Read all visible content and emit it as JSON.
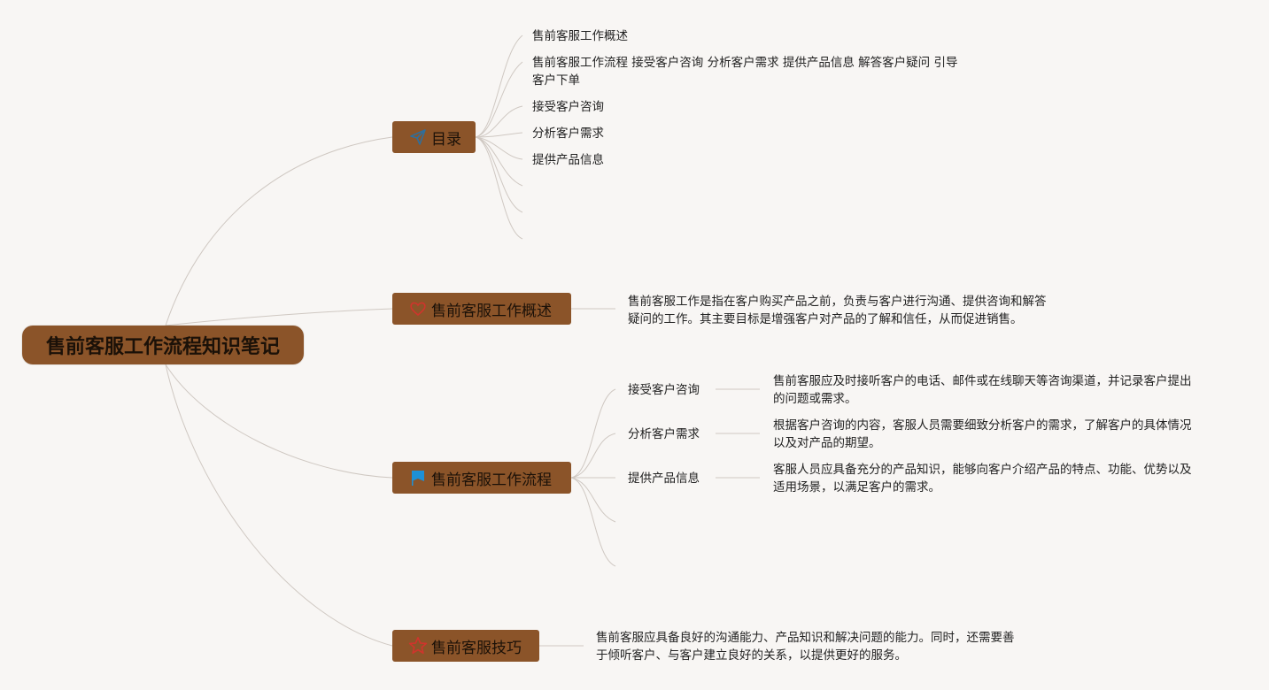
{
  "root": {
    "title": "售前客服工作流程知识笔记"
  },
  "branches": [
    {
      "label": "目录",
      "icon": "paper-plane-icon",
      "children": [
        "售前客服工作概述",
        "售前客服工作流程 接受客户咨询 分析客户需求 提供产品信息 解答客户疑问 引导",
        "客户下单",
        "接受客户咨询",
        "分析客户需求",
        "提供产品信息"
      ]
    },
    {
      "label": "售前客服工作概述",
      "icon": "heart-icon",
      "detail": [
        "售前客服工作是指在客户购买产品之前，负责与客户进行沟通、提供咨询和解答",
        "疑问的工作。其主要目标是增强客户对产品的了解和信任，从而促进销售。"
      ]
    },
    {
      "label": "售前客服工作流程",
      "icon": "flag-icon",
      "steps": [
        {
          "label": "接受客户咨询",
          "detail": [
            "售前客服应及时接听客户的电话、邮件或在线聊天等咨询渠道，并记录客户提出",
            "的问题或需求。"
          ]
        },
        {
          "label": "分析客户需求",
          "detail": [
            "根据客户咨询的内容，客服人员需要细致分析客户的需求，了解客户的具体情况",
            "以及对产品的期望。"
          ]
        },
        {
          "label": "提供产品信息",
          "detail": [
            "客服人员应具备充分的产品知识，能够向客户介绍产品的特点、功能、优势以及",
            "适用场景，以满足客户的需求。"
          ]
        }
      ]
    },
    {
      "label": "售前客服技巧",
      "icon": "star-icon",
      "detail": [
        "售前客服应具备良好的沟通能力、产品知识和解决问题的能力。同时，还需要善",
        "于倾听客户、与客户建立良好的关系，以提供更好的服务。"
      ]
    }
  ],
  "colors": {
    "background": "#f8f6f4",
    "node_fill": "#8b5429",
    "line": "#cfc8c2",
    "icon_plane": "#2f6f9c",
    "icon_heart": "#d0342c",
    "icon_flag": "#1e90d6",
    "icon_star": "#d0342c"
  }
}
